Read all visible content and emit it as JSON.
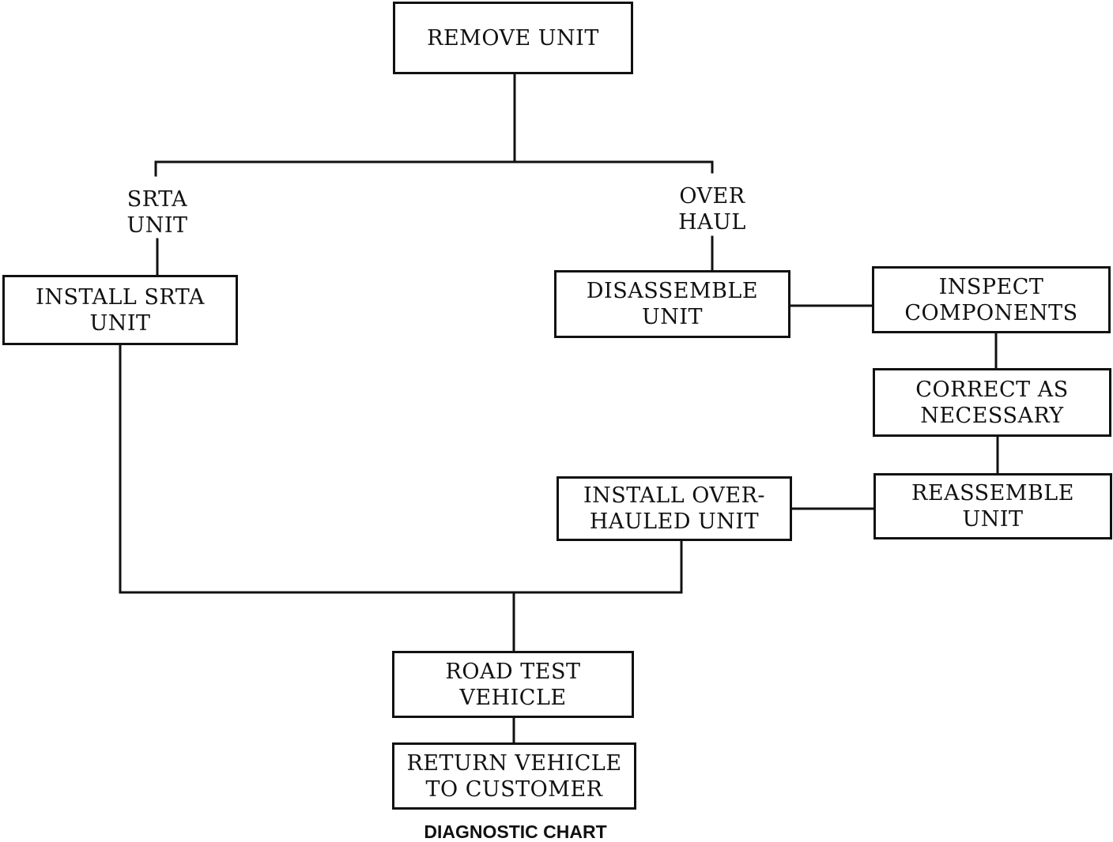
{
  "diagram": {
    "nodes": {
      "remove_unit": [
        "REMOVE UNIT"
      ],
      "install_srta": [
        "INSTALL SRTA",
        "UNIT"
      ],
      "disassemble": [
        "DISASSEMBLE",
        "UNIT"
      ],
      "inspect": [
        "INSPECT",
        "COMPONENTS"
      ],
      "correct": [
        "CORRECT AS",
        "NECESSARY"
      ],
      "reassemble": [
        "REASSEMBLE",
        "UNIT"
      ],
      "install_overhauled": [
        "INSTALL OVER-",
        "HAULED UNIT"
      ],
      "road_test": [
        "ROAD TEST",
        "VEHICLE"
      ],
      "return_vehicle": [
        "RETURN VEHICLE",
        "TO CUSTOMER"
      ]
    },
    "branch_labels": {
      "srta": [
        "SRTA",
        "UNIT"
      ],
      "overhaul": [
        "OVER",
        "HAUL"
      ]
    },
    "caption": "DIAGNOSTIC CHART"
  }
}
